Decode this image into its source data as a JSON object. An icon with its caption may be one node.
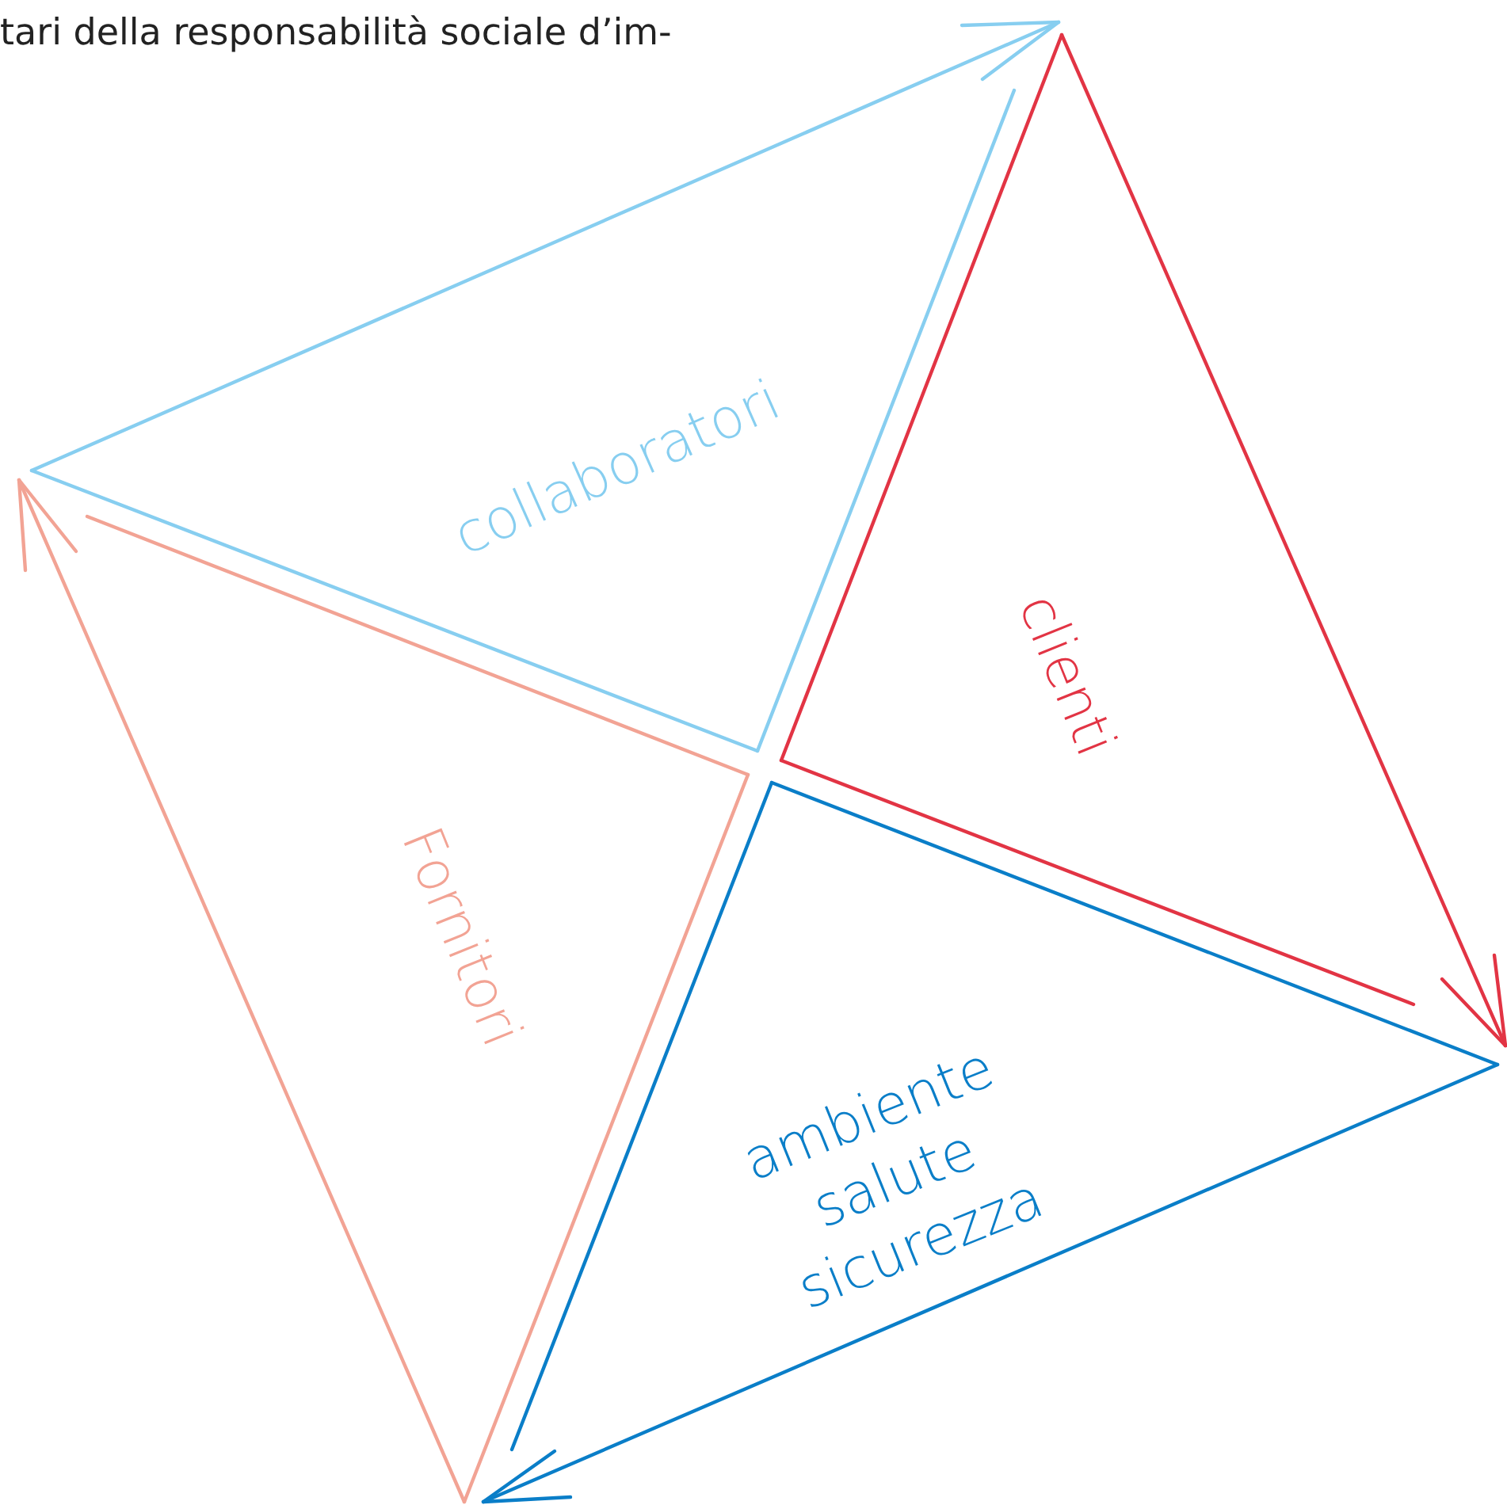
{
  "diagram": {
    "nodes": [
      {
        "text": [
          "collaboratori"
        ]
      },
      {
        "text": [
          "clienti"
        ]
      },
      {
        "text": [
          "Fornitori"
        ]
      },
      {
        "text": [
          "ambiente salute sicurezza"
        ]
      }
    ],
    "labels": [
      "tari della responsabilità sociale d’im-"
    ]
  }
}
